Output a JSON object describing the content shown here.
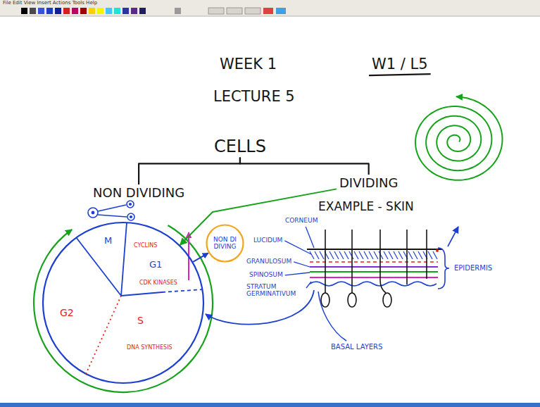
{
  "diagram": {
    "title": "WEEK 1",
    "nodes": [
      {
        "text": [
          "CELLS"
        ]
      },
      {
        "text": [
          "NON DIVIDING"
        ]
      },
      {
        "text": [
          "DIVIDING"
        ]
      },
      {
        "text": [
          "M",
          "CYCLINS",
          "G1",
          "CDK KINASES",
          "G2",
          "S",
          "DNA SYNTHESIS"
        ]
      },
      {
        "text": [
          "NON DI DIVING"
        ]
      }
    ],
    "edges": [
      {
        "from": 0,
        "to": 1,
        "arrow": "none"
      },
      {
        "from": 0,
        "to": 2,
        "arrow": "none"
      },
      {
        "from": 2,
        "to": 3,
        "arrow": "to"
      },
      {
        "from": 3,
        "to": 4,
        "arrow": "to"
      }
    ],
    "labels": [
      "File Edit View Insert Actions Tools Help",
      "LECTURE 5",
      "W1 / L5",
      "EXAMPLE - SKIN",
      "CORNEUM",
      "LUCIDUM",
      "GRANULOSUM",
      "SPINOSUM",
      "STRATUM GERMINATIVUM",
      "BASAL LAYERS",
      "EPIDERMIS"
    ]
  }
}
